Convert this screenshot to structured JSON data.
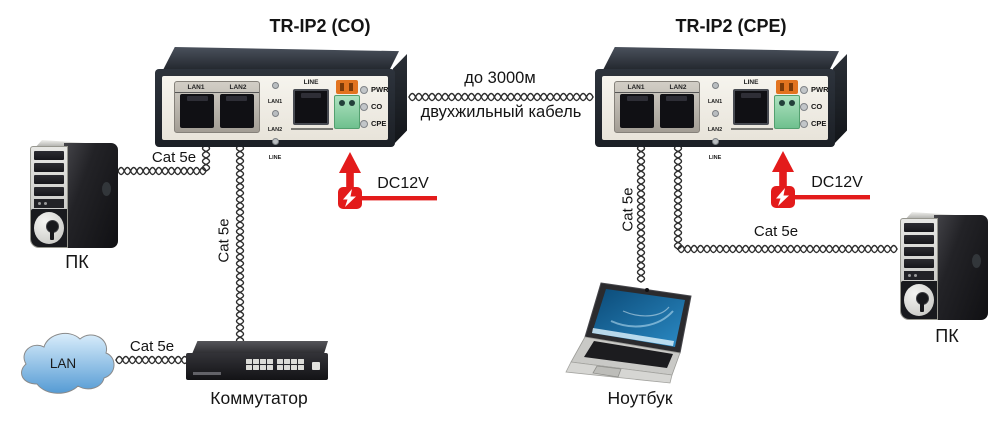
{
  "devices": [
    {
      "title": "TR-IP2 (CO)"
    },
    {
      "title": "TR-IP2 (CPE)"
    }
  ],
  "device_panel": {
    "lan_port_labels": [
      "LAN1",
      "LAN2"
    ],
    "line_port_label": "LINE",
    "status_leds": [
      "LAN1",
      "LAN2",
      "LINE"
    ],
    "mode_leds": [
      "PWR",
      "CO",
      "CPE"
    ]
  },
  "link": {
    "distance": "до 3000м",
    "cable_type": "двухжильный кабель"
  },
  "power": {
    "label": "DC12V",
    "color": "#e31b1b"
  },
  "cable_label": "Cat 5e",
  "nodes": {
    "pc_left": "ПК",
    "pc_right": "ПК",
    "switch": "Коммутатор",
    "laptop": "Ноутбук",
    "cloud": "LAN"
  },
  "colors": {
    "device_case": "#23272e",
    "device_panel": "#f2efe8",
    "terminal_green": "#7cc99a",
    "terminal_orange": "#e2731f",
    "cloud_blue": "#5b9fd6",
    "cable": "#2e2e2e"
  }
}
